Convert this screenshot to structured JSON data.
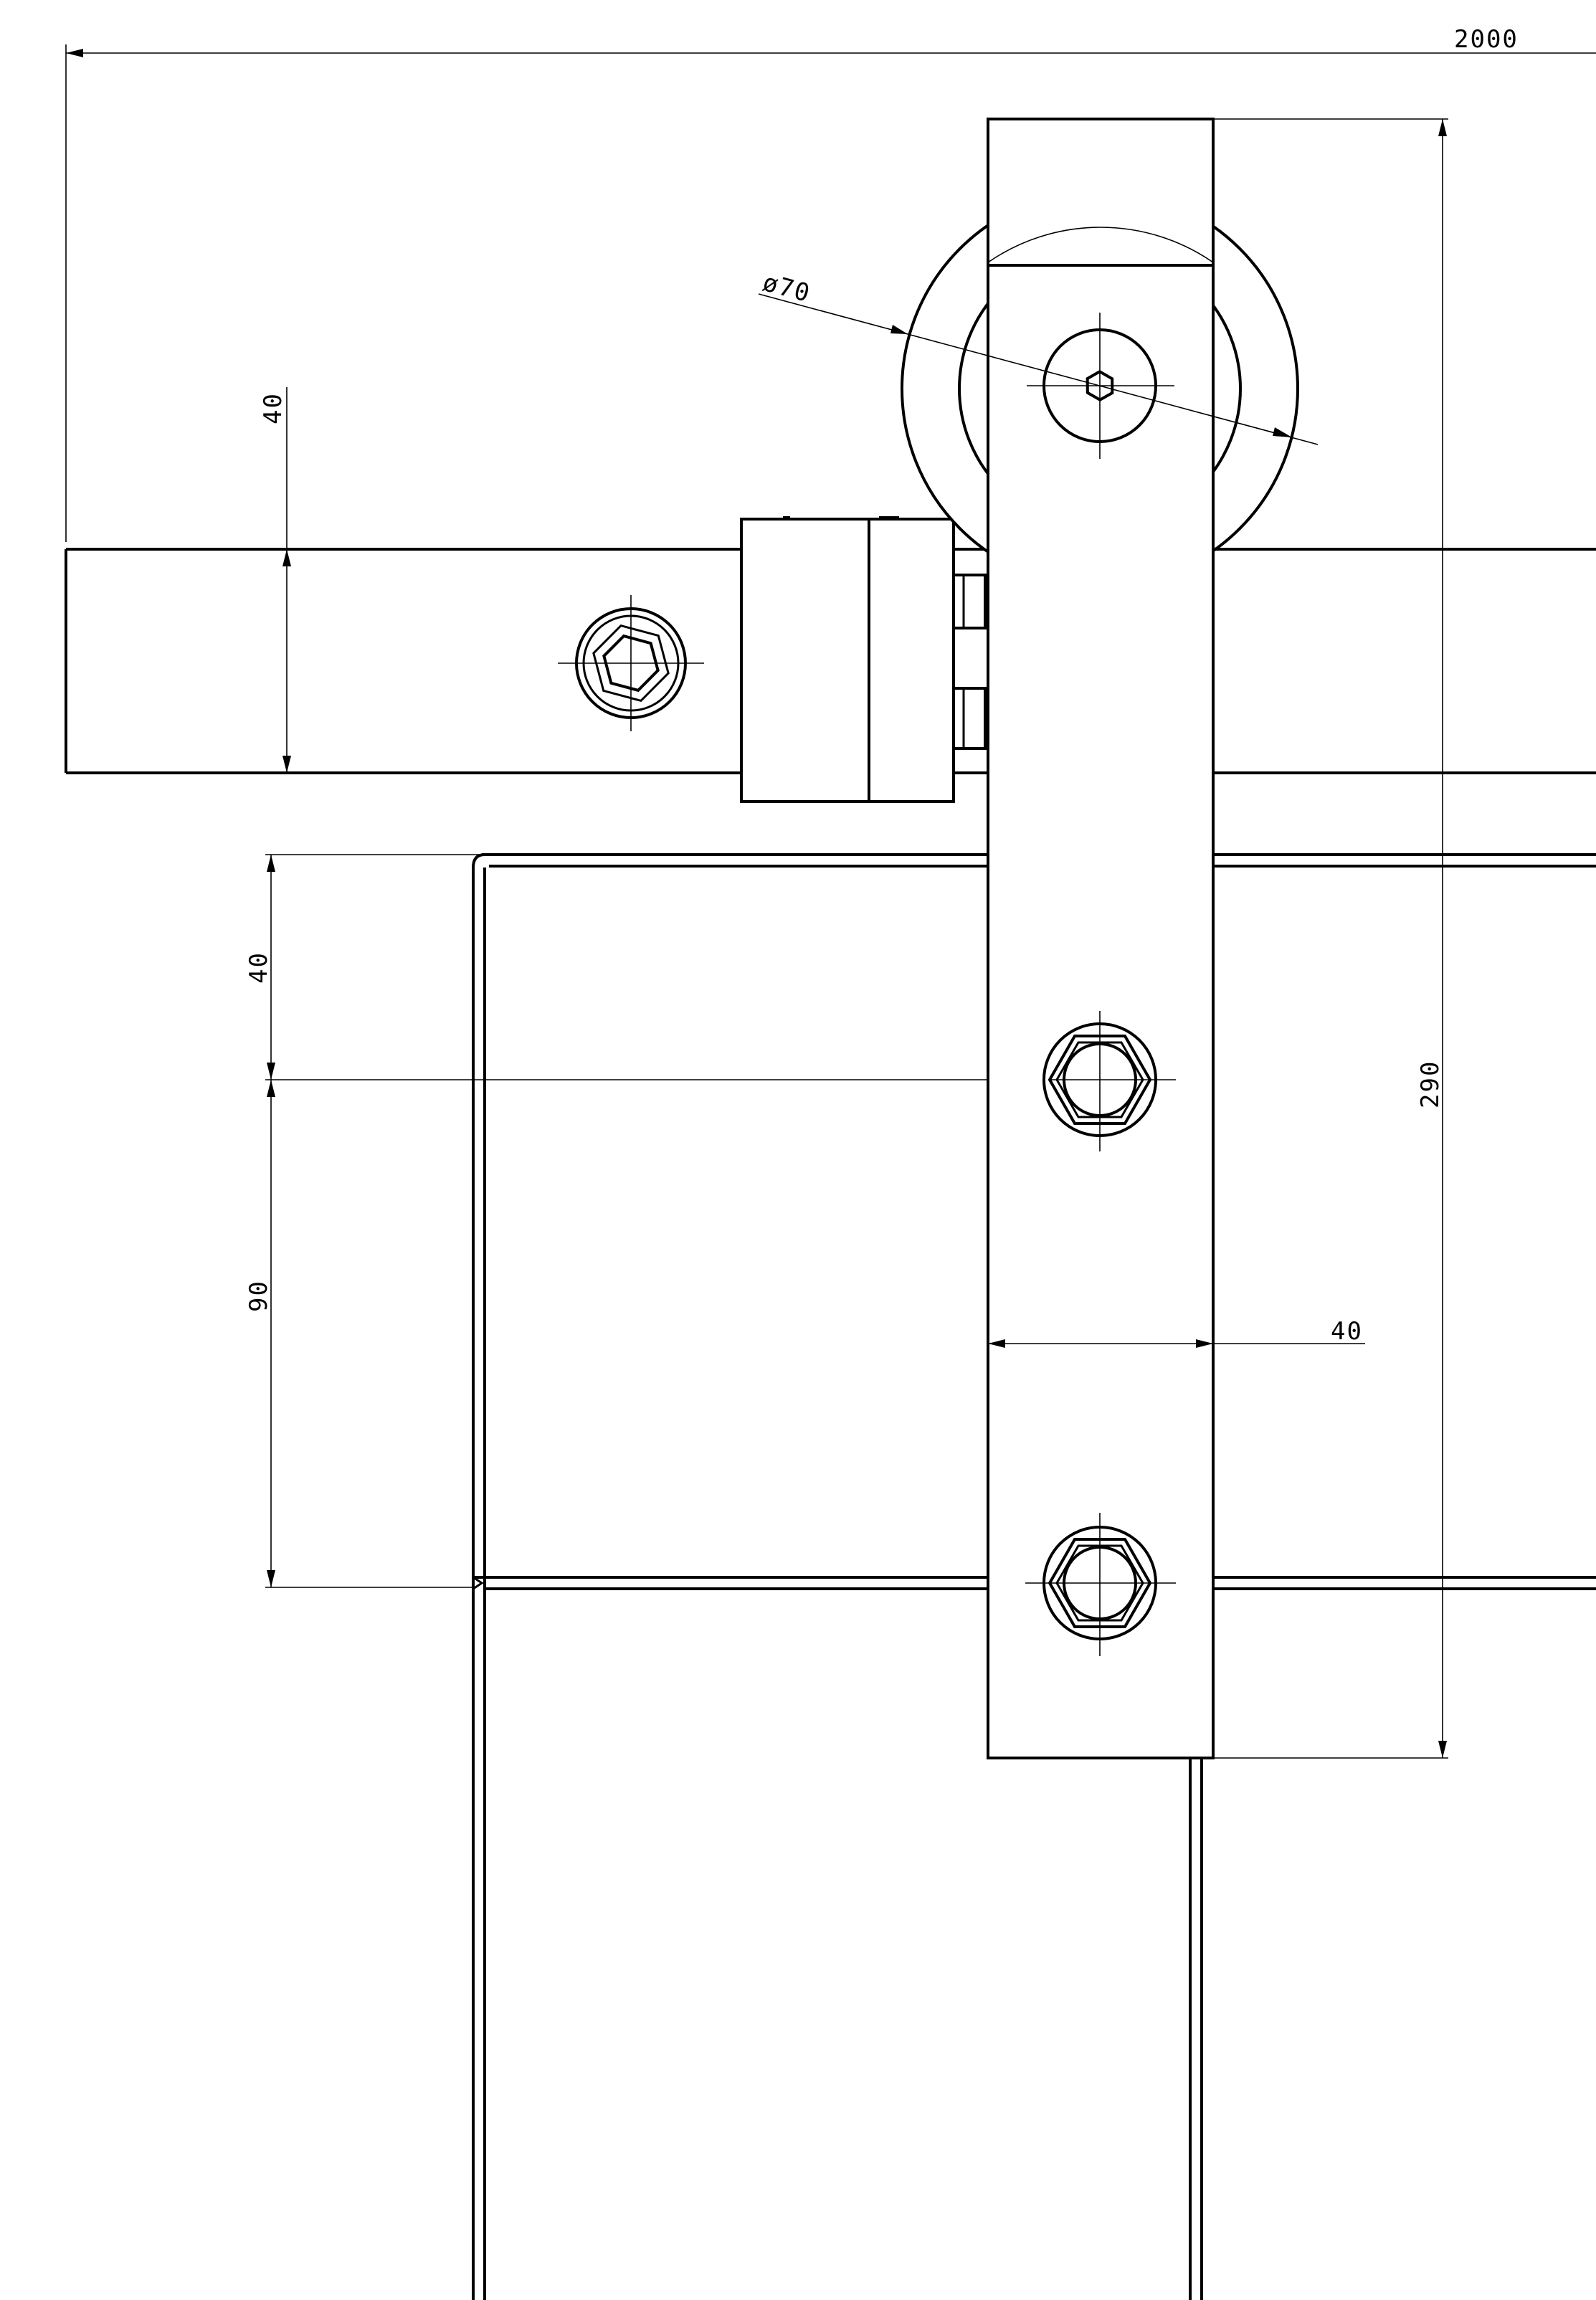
{
  "drawing": {
    "dimensions": {
      "overall_width": "2000",
      "rail_height": "40",
      "top_to_first_bolt": "40",
      "bolt_spacing": "90",
      "hanger_width": "40",
      "hanger_height": "290",
      "wheel_diameter": "ø70"
    }
  }
}
